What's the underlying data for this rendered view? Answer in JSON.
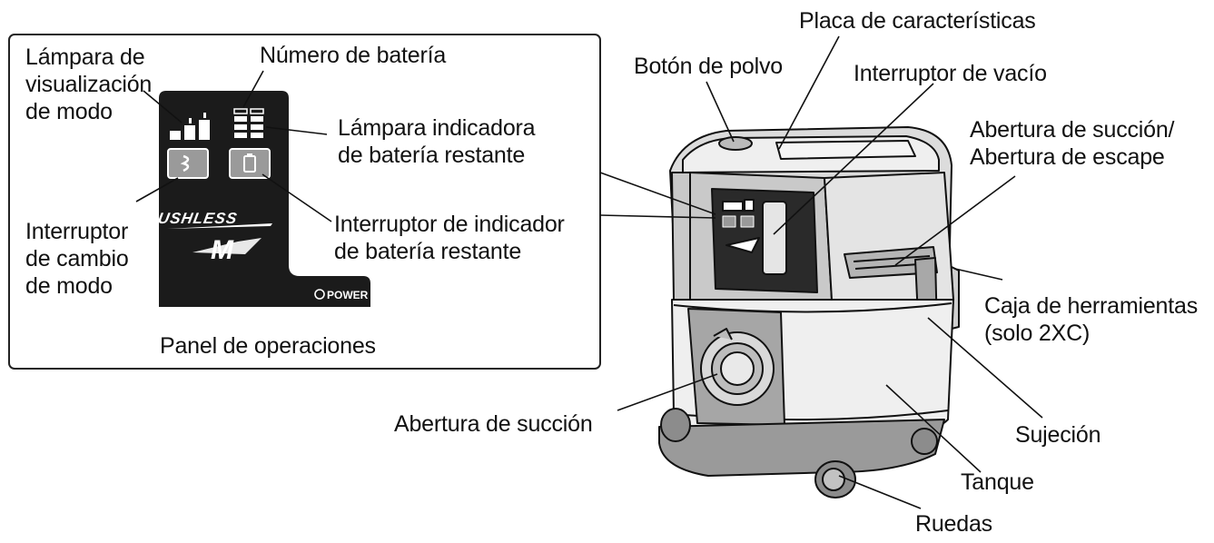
{
  "inset": {
    "caption": "Panel de operaciones",
    "brand_text": "BRUSHLESS",
    "logo_text": "M",
    "power_text": "POWER"
  },
  "labels": {
    "mode_lamp": [
      "Lámpara de",
      "visualización",
      "de modo"
    ],
    "battery_number": "Número de batería",
    "battery_lamp": [
      "Lámpara indicadora",
      "de batería restante"
    ],
    "mode_switch": [
      "Interruptor",
      "de cambio",
      "de modo"
    ],
    "battery_switch": [
      "Interruptor de indicador",
      "de batería restante"
    ],
    "rating_plate": "Placa de características",
    "dust_button": "Botón de polvo",
    "vacuum_switch": "Interruptor de vacío",
    "suction_exhaust": [
      "Abertura de succión/",
      "Abertura de escape"
    ],
    "tool_box": [
      "Caja de herramientas",
      "(solo 2XC)"
    ],
    "suction_opening": "Abertura de succión",
    "clamp": "Sujeción",
    "tank": "Tanque",
    "wheels": "Ruedas"
  },
  "colors": {
    "line": "#111111",
    "panel": "#1b1b1b",
    "body_gray": "#c9c9c9",
    "light_gray": "#e8e8e8",
    "mid_gray": "#9a9a9a"
  }
}
